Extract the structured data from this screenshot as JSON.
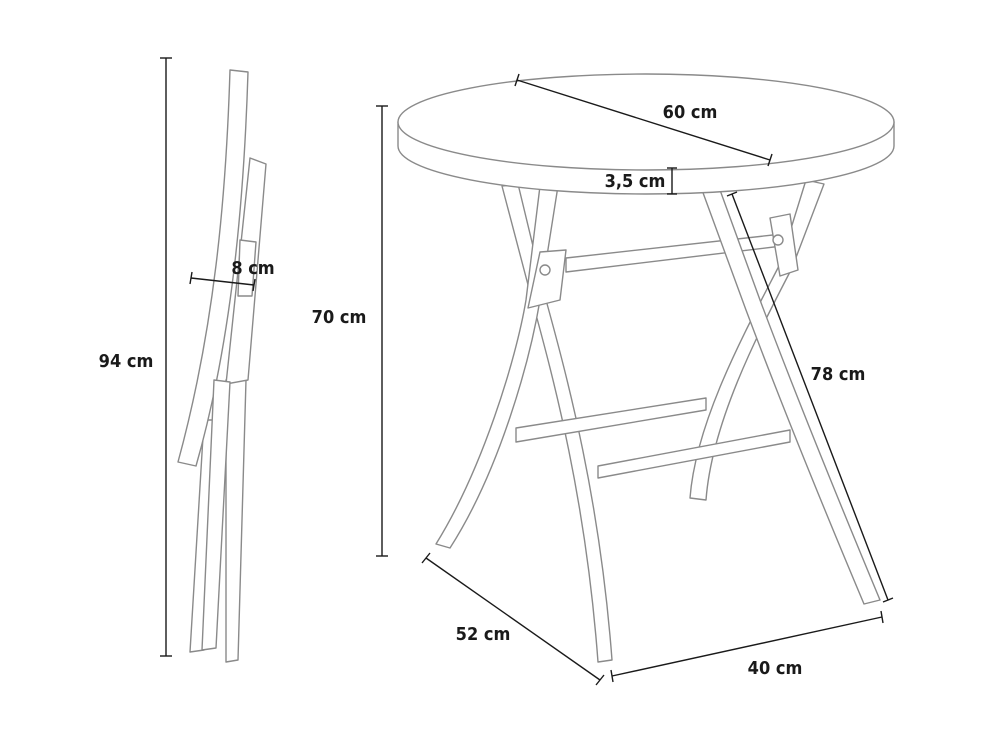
{
  "dimensions": {
    "folded_height": "94 cm",
    "folded_thickness": "8 cm",
    "table_height": "70 cm",
    "top_diameter": "60 cm",
    "top_thickness": "3,5 cm",
    "leg_length": "78 cm",
    "base_depth": "52 cm",
    "base_width": "40 cm"
  },
  "colors": {
    "outline": "#8a8a8a",
    "dimension": "#1a1a1a",
    "background": "#ffffff"
  }
}
